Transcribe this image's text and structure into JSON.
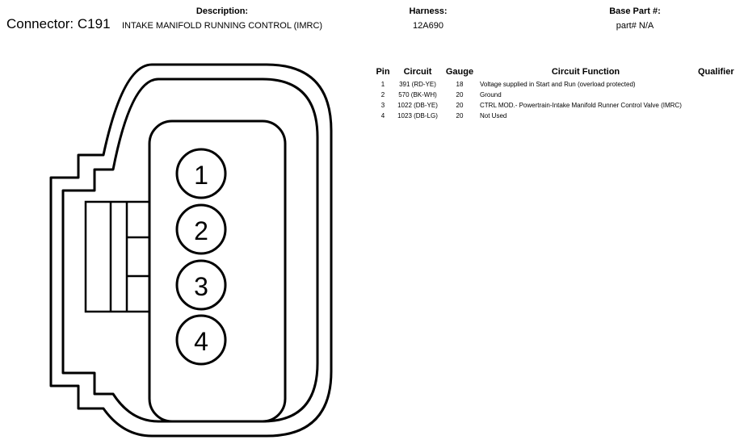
{
  "connector": {
    "label": "Connector: C191"
  },
  "description": {
    "title": "Description:",
    "value": "INTAKE MANIFOLD RUNNING CONTROL (IMRC)"
  },
  "harness": {
    "title": "Harness:",
    "value": "12A690"
  },
  "base_part": {
    "title": "Base Part #:",
    "value": "part# N/A"
  },
  "table": {
    "headers": {
      "pin": "Pin",
      "circuit": "Circuit",
      "gauge": "Gauge",
      "function": "Circuit Function",
      "qualifier": "Qualifier"
    },
    "rows": [
      {
        "pin": "1",
        "circuit": "391 (RD-YE)",
        "gauge": "18",
        "function": "Voltage supplied in Start and Run (overload protected)",
        "qualifier": ""
      },
      {
        "pin": "2",
        "circuit": "570 (BK-WH)",
        "gauge": "20",
        "function": "Ground",
        "qualifier": ""
      },
      {
        "pin": "3",
        "circuit": "1022 (DB-YE)",
        "gauge": "20",
        "function": "CTRL MOD.- Powertrain-Intake Manifold Runner Control Valve (IMRC)",
        "qualifier": ""
      },
      {
        "pin": "4",
        "circuit": "1023 (DB-LG)",
        "gauge": "20",
        "function": "Not Used",
        "qualifier": ""
      }
    ]
  },
  "diagram": {
    "pins": [
      "1",
      "2",
      "3",
      "4"
    ]
  }
}
